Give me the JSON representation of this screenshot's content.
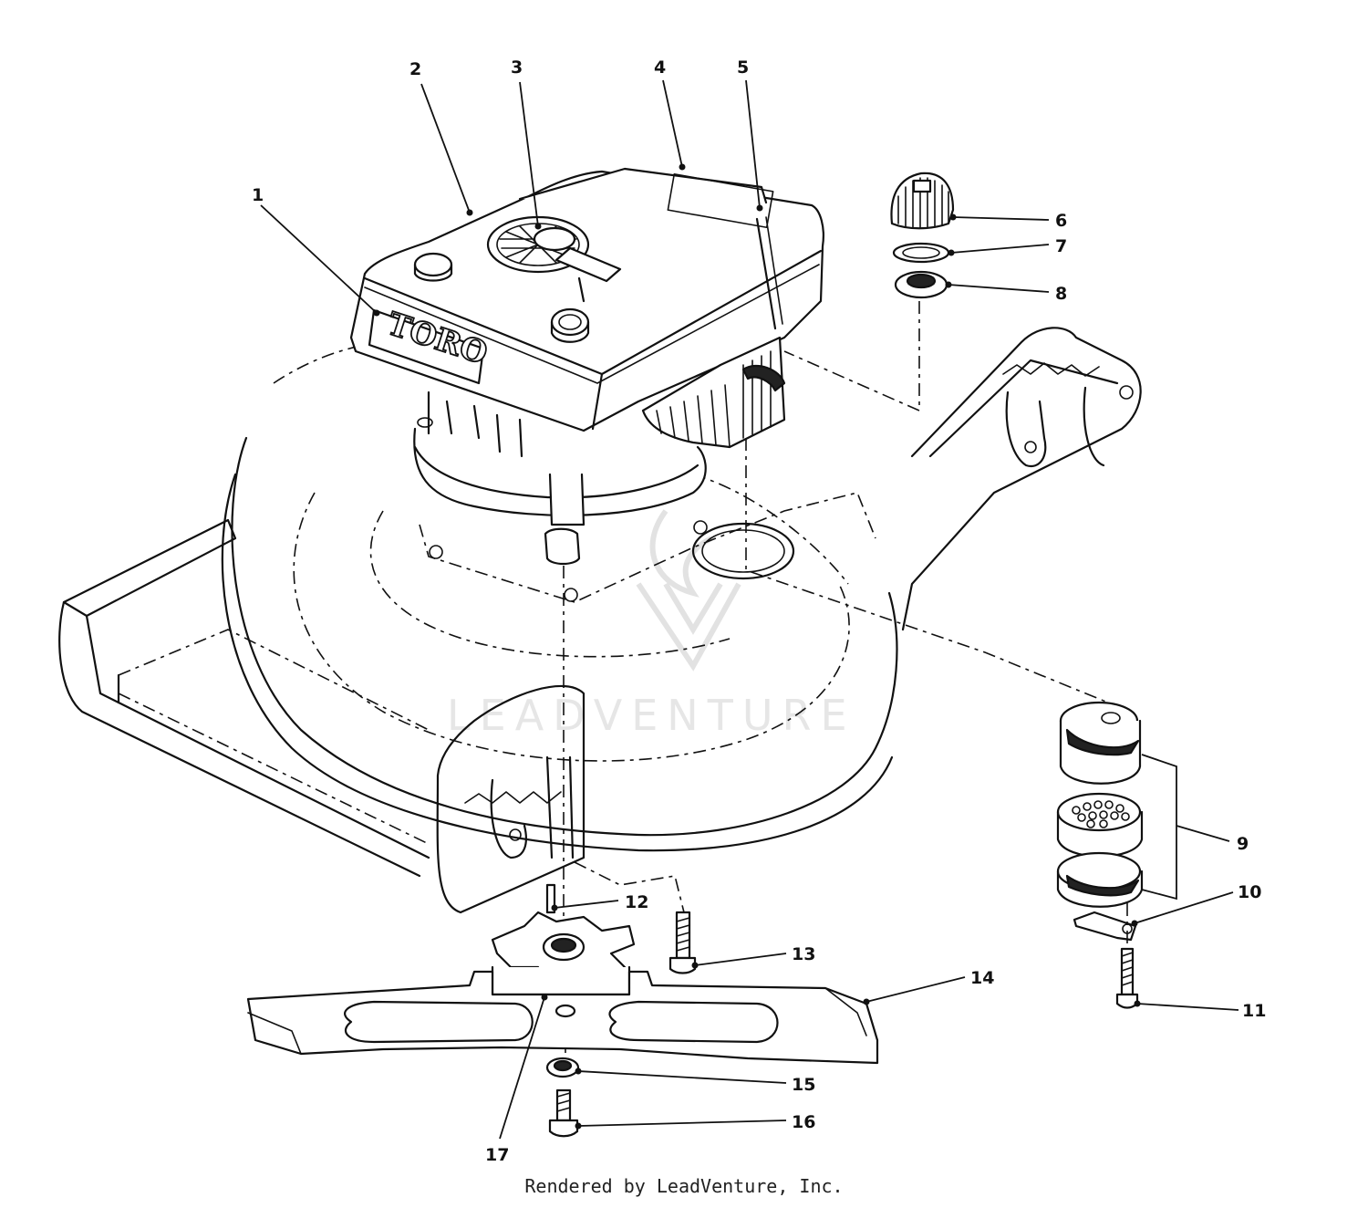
{
  "diagram": {
    "brand_label": "TORO",
    "watermark": "LEADVENTURE",
    "callouts": [
      "1",
      "2",
      "3",
      "4",
      "5",
      "6",
      "7",
      "8",
      "9",
      "10",
      "11",
      "12",
      "13",
      "14",
      "15",
      "16",
      "17"
    ]
  },
  "footer": {
    "text": "Rendered by LeadVenture, Inc."
  }
}
